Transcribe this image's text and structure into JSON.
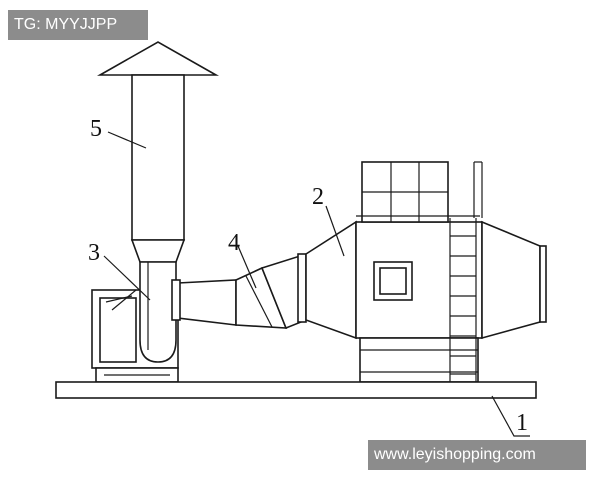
{
  "watermarks": {
    "top_left": "TG: MYYJJPP",
    "bottom_right": "www.leyishopping.com"
  },
  "labels": {
    "base": "1",
    "box": "2",
    "fan": "3",
    "duct": "4",
    "chimney": "5"
  }
}
